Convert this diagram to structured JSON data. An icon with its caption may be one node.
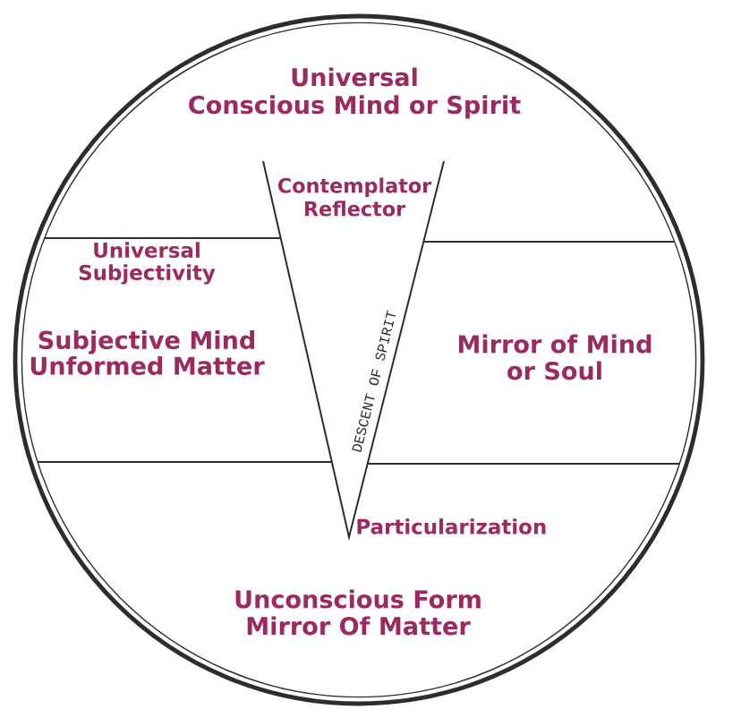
{
  "diagram": {
    "nodes": [
      {
        "text": [
          "Universal Conscious Mind or Spirit",
          "Unconscious Form Mirror Of Matter"
        ]
      },
      {
        "text": [
          "Contemplator Reflector",
          "DESCENT OF SPIRIT"
        ],
        "beside": [
          "Particularization"
        ],
        "in": 0
      },
      {
        "text": [
          "Universal Subjectivity",
          "Subjective Mind Unformed Matter"
        ],
        "in": 0
      },
      {
        "text": [
          "Mirror of Mind or Soul"
        ],
        "in": 0
      }
    ]
  }
}
